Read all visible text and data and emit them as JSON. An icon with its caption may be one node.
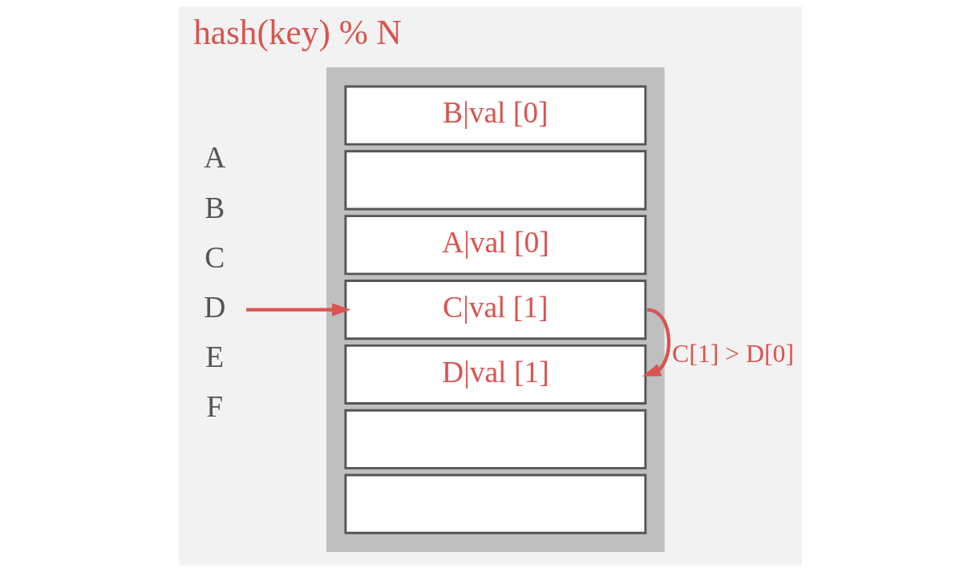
{
  "diagram": {
    "title": "hash(key) % N",
    "nodes": [
      {
        "text": [],
        "shape": "box"
      },
      {
        "text": [
          "B|val [0]"
        ],
        "in": 0
      },
      {
        "text": [],
        "shape": "box",
        "in": 0
      },
      {
        "text": [
          "A|val [0]"
        ],
        "in": 0
      },
      {
        "text": [
          "C|val [1]"
        ],
        "in": 0
      },
      {
        "text": [
          "D|val [1]"
        ],
        "in": 0
      },
      {
        "text": [],
        "shape": "box",
        "in": 0
      },
      {
        "text": [],
        "shape": "box",
        "in": 0
      },
      {
        "text": [
          "D"
        ]
      }
    ],
    "edges": [
      {
        "from": 8,
        "to": 4,
        "arrow": "to"
      },
      {
        "from": 4,
        "to": 5,
        "arrow": "to",
        "label": "C[1] > D[0]"
      }
    ],
    "labels": [
      "A",
      "B",
      "C",
      "E",
      "F"
    ]
  }
}
